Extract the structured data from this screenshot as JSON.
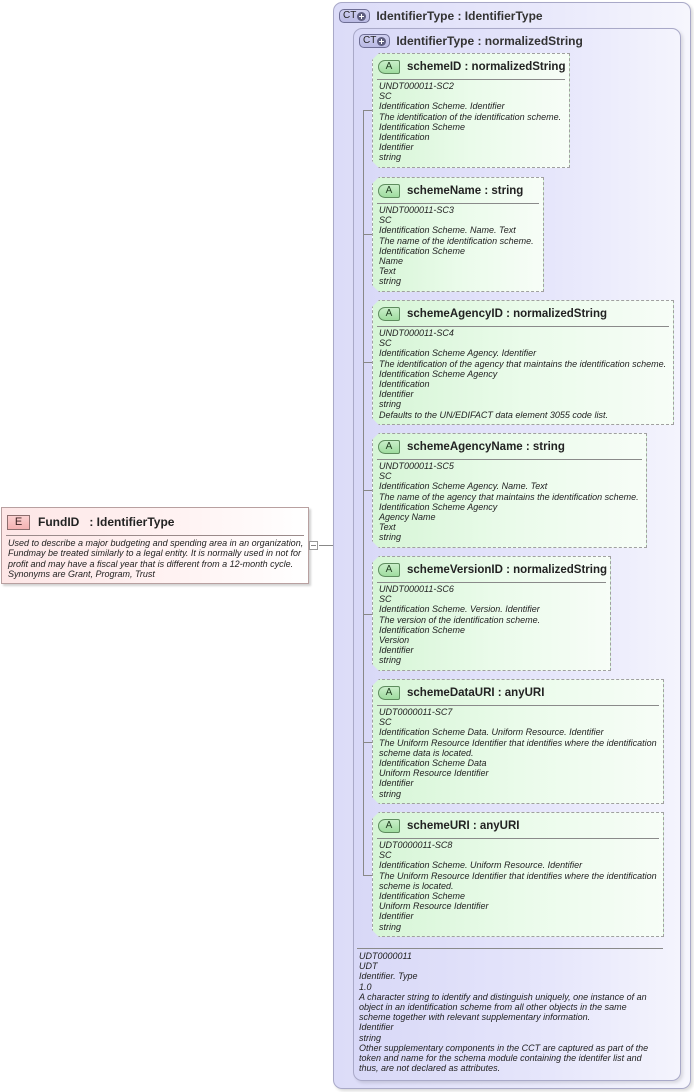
{
  "element": {
    "badge": "E",
    "title": "FundID   : IdentifierType",
    "description": "Used to describe a major budgeting and spending area in an organization, Fundmay be treated similarly to a legal entity.  It is normally used in not for profit and may have a fiscal year that is different from a 12-month cycle. Synonyms are Grant, Program, Trust"
  },
  "outer_type": {
    "badge": "CT",
    "title": "IdentifierType : IdentifierType"
  },
  "inner_type": {
    "badge": "CT",
    "title": "IdentifierType : normalizedString"
  },
  "attributes": [
    {
      "badge": "A",
      "title": "schemeID : normalizedString",
      "lines": [
        "UNDT000011-SC2",
        "SC",
        "Identification Scheme. Identifier",
        "The identification of the identification scheme.",
        "Identification Scheme",
        "Identification",
        "Identifier",
        "string"
      ]
    },
    {
      "badge": "A",
      "title": "schemeName : string",
      "lines": [
        "UNDT000011-SC3",
        "SC",
        "Identification Scheme. Name. Text",
        "The name of the identification scheme.",
        "Identification Scheme",
        "Name",
        "Text",
        "string"
      ]
    },
    {
      "badge": "A",
      "title": "schemeAgencyID : normalizedString",
      "lines": [
        "UNDT000011-SC4",
        "SC",
        "Identification Scheme Agency. Identifier",
        "The identification of the agency that maintains the identification scheme.",
        "Identification Scheme Agency",
        "Identification",
        "Identifier",
        "string",
        "Defaults to the UN/EDIFACT data element 3055 code list."
      ]
    },
    {
      "badge": "A",
      "title": "schemeAgencyName : string",
      "lines": [
        "UNDT000011-SC5",
        "SC",
        "Identification Scheme Agency. Name. Text",
        "The name of the agency that maintains the identification scheme.",
        "Identification Scheme Agency",
        "Agency Name",
        "Text",
        "string"
      ]
    },
    {
      "badge": "A",
      "title": "schemeVersionID : normalizedString",
      "lines": [
        "UNDT000011-SC6",
        "SC",
        "Identification Scheme. Version. Identifier",
        "The version of the identification scheme.",
        "Identification Scheme",
        "Version",
        "Identifier",
        "string"
      ]
    },
    {
      "badge": "A",
      "title": "schemeDataURI : anyURI",
      "lines": [
        "UDT0000011-SC7",
        "SC",
        "Identification Scheme Data. Uniform Resource. Identifier",
        "The Uniform Resource Identifier that identifies where the identification scheme data is located.",
        "Identification Scheme Data",
        "Uniform Resource Identifier",
        "Identifier",
        "string"
      ]
    },
    {
      "badge": "A",
      "title": "schemeURI : anyURI",
      "lines": [
        "UDT0000011-SC8",
        "SC",
        "Identification Scheme. Uniform Resource. Identifier",
        "The Uniform Resource Identifier that identifies where the identification scheme is located.",
        "Identification Scheme",
        "Uniform Resource Identifier",
        "Identifier",
        "string"
      ]
    }
  ],
  "type_documentation": [
    "UDT0000011",
    "UDT",
    "Identifier. Type",
    "1.0",
    "A character string to identify and distinguish uniquely, one instance of an object in an identification scheme from all other objects in the same scheme together with relevant supplementary information.",
    "Identifier",
    "string",
    "Other supplementary components in the CCT are captured as part of the token and name for the schema module containing the identifer list and thus, are not declared as attributes."
  ]
}
